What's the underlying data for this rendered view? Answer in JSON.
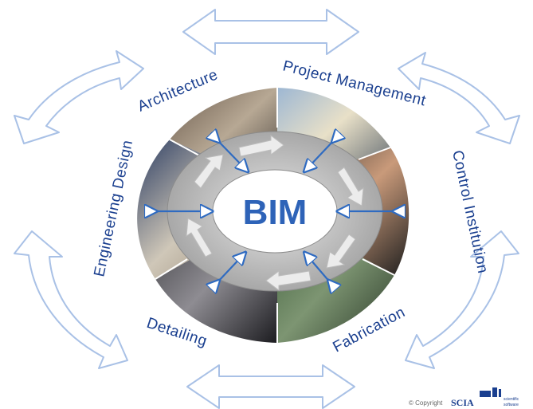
{
  "center": {
    "label": "BIM"
  },
  "segments": [
    {
      "label": "Architecture"
    },
    {
      "label": "Project Management"
    },
    {
      "label": "Control Institution"
    },
    {
      "label": "Fabrication"
    },
    {
      "label": "Detailing"
    },
    {
      "label": "Engineering Design"
    }
  ],
  "footer": {
    "copyright": "© Copyright",
    "logo": "SCIA",
    "logo_tagline_1": "scientific",
    "logo_tagline_2": "software"
  },
  "colors": {
    "label_blue": "#1a3f8f",
    "bim_blue": "#2e63b8",
    "arrow_outline": "#a9c1e6",
    "inner_arrow": "#2f6bc1"
  }
}
